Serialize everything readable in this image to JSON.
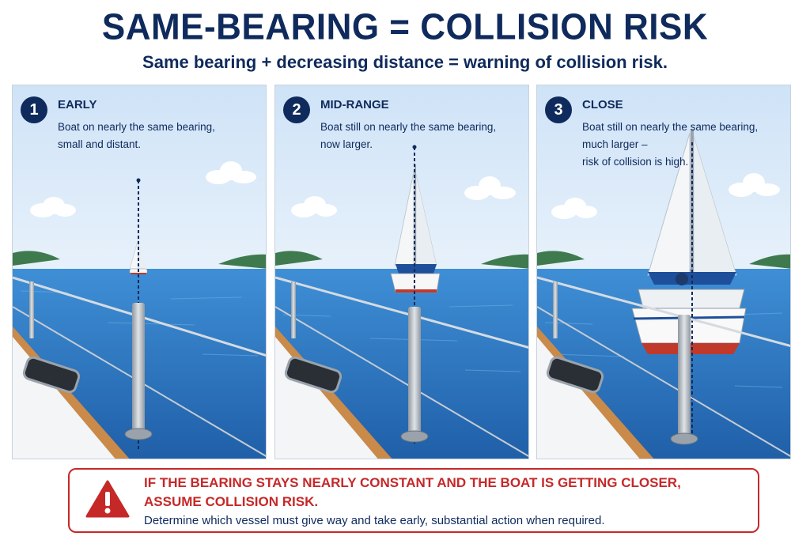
{
  "header": {
    "title": "SAME-BEARING = COLLISION RISK",
    "subtitle": "Same bearing + decreasing distance = warning of collision risk."
  },
  "panels": [
    {
      "number": "1",
      "title": "EARLY",
      "description": "Boat on nearly the same bearing,\nsmall and distant.",
      "boat_size": "small"
    },
    {
      "number": "2",
      "title": "MID-RANGE",
      "description": "Boat still on nearly the same bearing,\nnow larger.",
      "boat_size": "medium"
    },
    {
      "number": "3",
      "title": "CLOSE",
      "description": "Boat still on nearly the same bearing,\nmuch larger –\nrisk of collision is high.",
      "boat_size": "large"
    }
  ],
  "warning": {
    "line1": "IF THE BEARING STAYS NEARLY CONSTANT AND THE BOAT IS GETTING CLOSER,",
    "line2": "ASSUME COLLISION RISK.",
    "line3": "Determine which vessel must give way and take early, substantial action when required.",
    "icon": "warning-triangle-icon"
  },
  "colors": {
    "navy": "#0f2a5c",
    "warning_red": "#c62828",
    "sky": "#d6e8f8",
    "sea": "#2f78c0"
  }
}
